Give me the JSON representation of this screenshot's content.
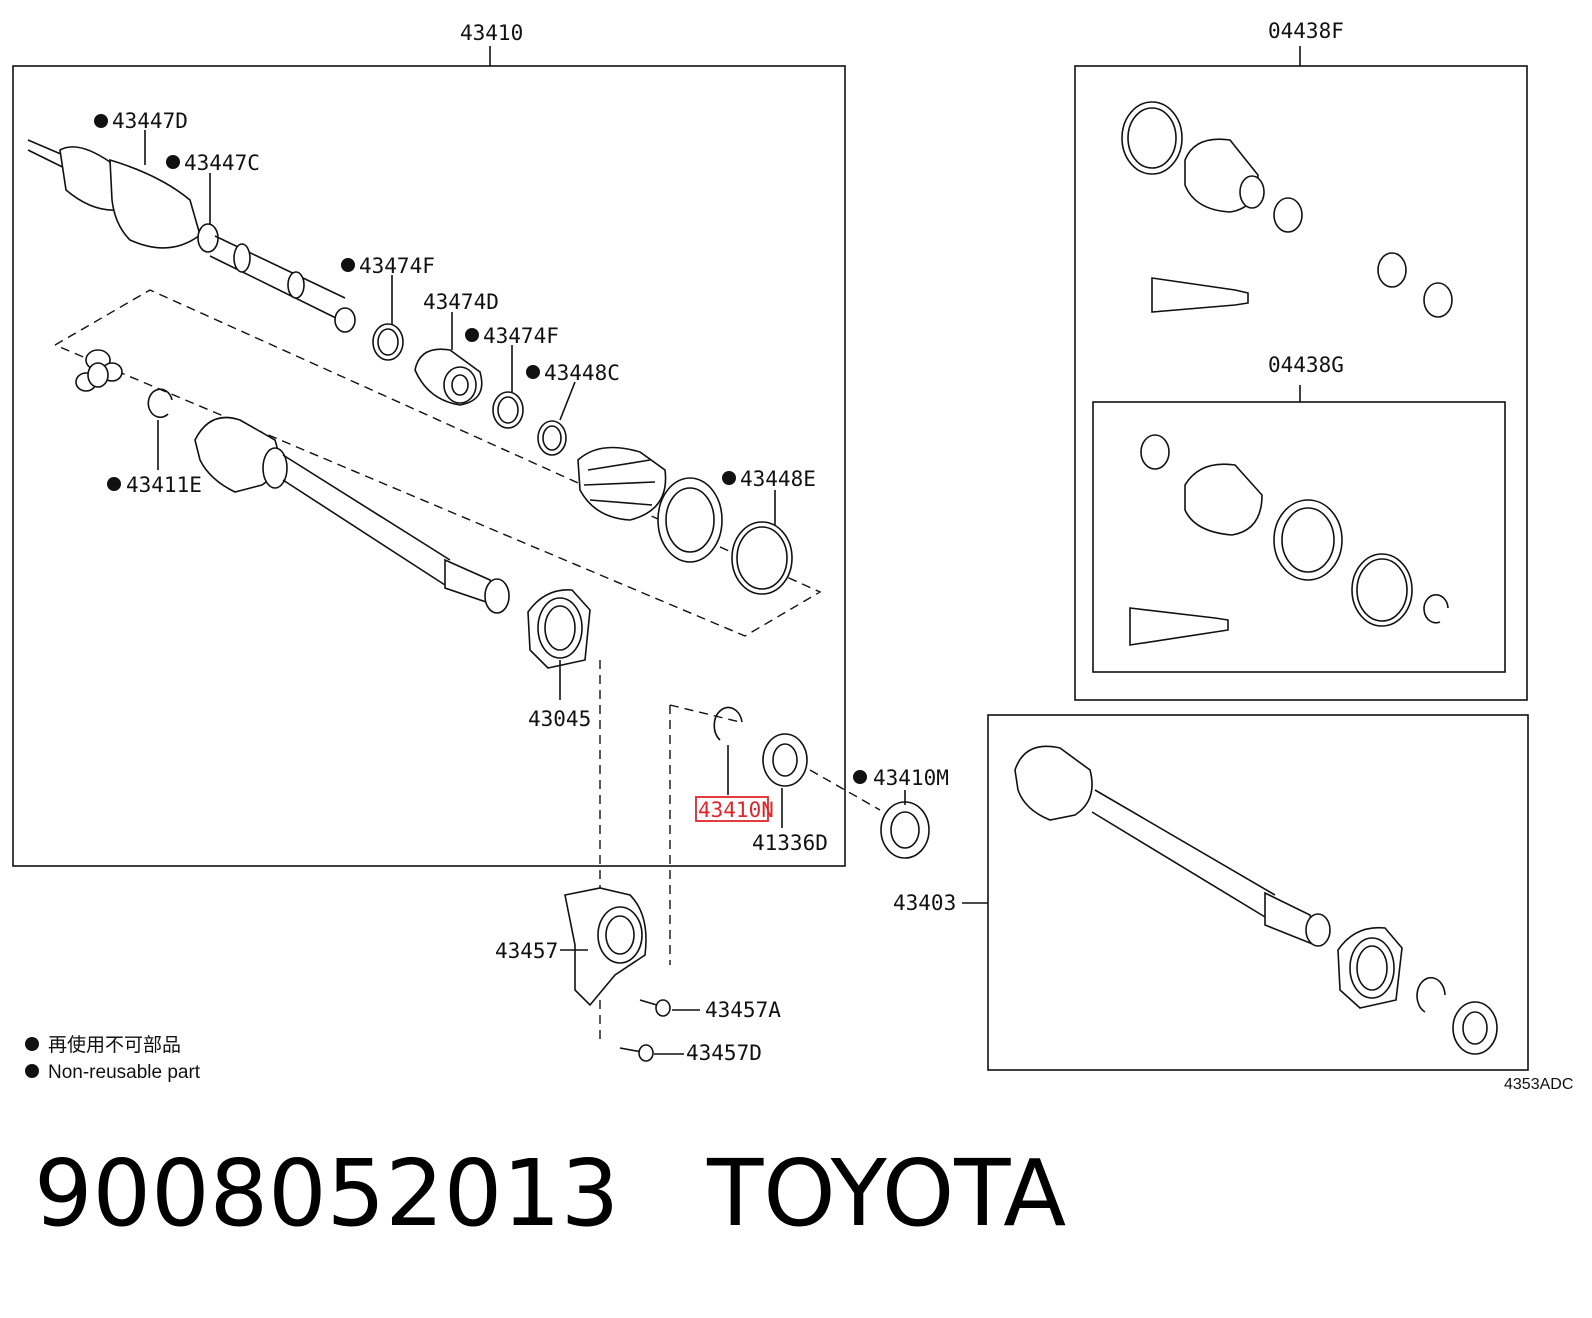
{
  "labels": {
    "p43410": "43410",
    "p04438F": "04438F",
    "p04438G": "04438G",
    "p43447D": "43447D",
    "p43447C": "43447C",
    "p43474F_a": "43474F",
    "p43474D": "43474D",
    "p43474F_b": "43474F",
    "p43448C": "43448C",
    "p43448E": "43448E",
    "p43411E": "43411E",
    "p43045": "43045",
    "p43410N": "43410N",
    "p41336D": "41336D",
    "p43410M": "43410M",
    "p43403": "43403",
    "p43457": "43457",
    "p43457A": "43457A",
    "p43457D": "43457D",
    "diagram_code": "4353ADC"
  },
  "legend": {
    "japanese": "再使用不可部品",
    "english": "Non-reusable part"
  },
  "footer": {
    "part_number": "9008052013",
    "brand": "TOYOTA"
  },
  "colors": {
    "highlight": "#e0262b",
    "line": "#111111"
  }
}
